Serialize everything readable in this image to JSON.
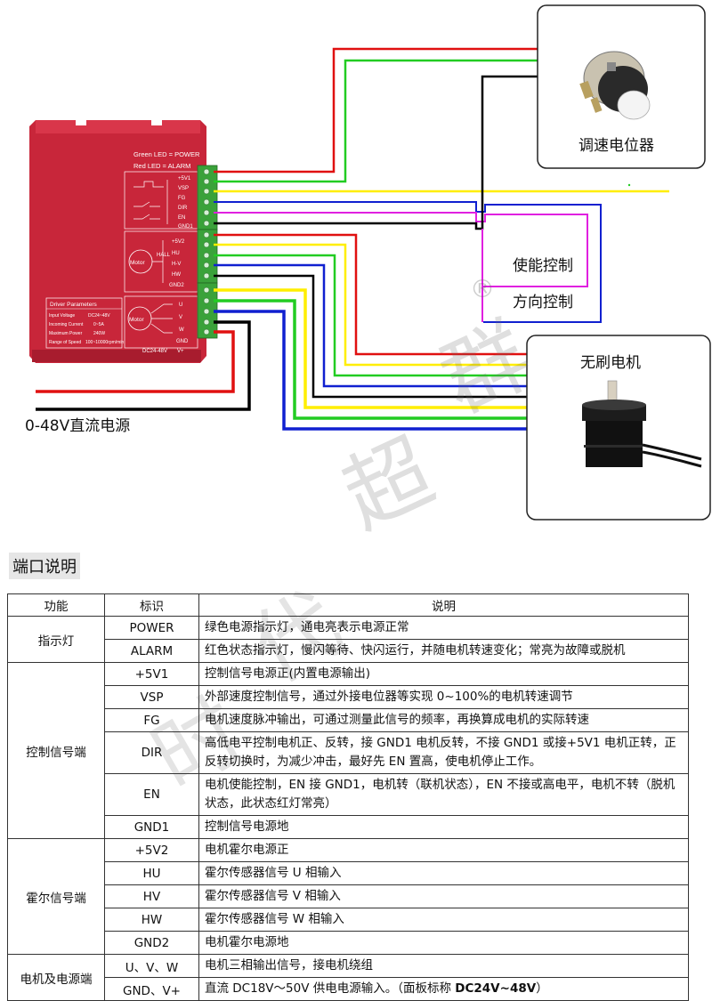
{
  "driver": {
    "led_power": "Green LED = POWER",
    "led_alarm": "Red LED = ALARM",
    "pins_control": [
      "+5V1",
      "VSP",
      "FG",
      "DIR",
      "EN",
      "GND1"
    ],
    "pins_hall": [
      "+5V2",
      "HU",
      "H-V",
      "HW",
      "GND2"
    ],
    "pins_motor": [
      "U",
      "V",
      "W",
      "GND",
      "V+"
    ],
    "hall_label": "HALL",
    "motor_label": "Motor",
    "params_title": "Driver Parameters",
    "params": [
      [
        "Input Voltage",
        "DC24~48V"
      ],
      [
        "Incoming Current",
        "0~5A"
      ],
      [
        "Maximum Power",
        "240W"
      ],
      [
        "Range of Speed",
        "100~10000rpm/min"
      ]
    ],
    "voltage_mark": "DC24-48V"
  },
  "labels": {
    "potentiometer": "调速电位器",
    "enable_control": "使能控制",
    "direction_control": "方向控制",
    "motor": "无刷电机",
    "power_supply": "0-48V直流电源"
  },
  "watermark": {
    "characters": [
      "时",
      "代",
      "超",
      "群"
    ],
    "registered": "®"
  },
  "colors": {
    "red": "#e01010",
    "green": "#22cc22",
    "black": "#000000",
    "yellow": "#ffee00",
    "blue": "#1020d0",
    "magenta": "#e020e0",
    "driver_red": "#c8263a"
  },
  "table": {
    "title": "端口说明",
    "headers": [
      "功能",
      "标识",
      "说明"
    ],
    "groups": [
      {
        "name": "指示灯",
        "rows": [
          {
            "mark": "POWER",
            "desc": "绿色电源指示灯，通电亮表示电源正常"
          },
          {
            "mark": "ALARM",
            "desc": "红色状态指示灯，慢闪等待、快闪运行，并随电机转速变化；常亮为故障或脱机"
          }
        ]
      },
      {
        "name": "控制信号端",
        "rows": [
          {
            "mark": "+5V1",
            "desc": "控制信号电源正(内置电源输出)"
          },
          {
            "mark": "VSP",
            "desc": "外部速度控制信号，通过外接电位器等实现 0~100%的电机转速调节"
          },
          {
            "mark": "FG",
            "desc": "电机速度脉冲输出，可通过测量此信号的频率，再换算成电机的实际转速"
          },
          {
            "mark": "DIR",
            "desc": "高低电平控制电机正、反转，接 GND1 电机反转，不接 GND1 或接+5V1 电机正转，正反转切换时，为减少冲击，最好先 EN 置高，使电机停止工作。"
          },
          {
            "mark": "EN",
            "desc": "电机使能控制，EN 接 GND1，电机转（联机状态），EN 不接或高电平，电机不转（脱机状态，此状态红灯常亮）"
          },
          {
            "mark": "GND1",
            "desc": "控制信号电源地"
          }
        ]
      },
      {
        "name": "霍尔信号端",
        "rows": [
          {
            "mark": "+5V2",
            "desc": "电机霍尔电源正"
          },
          {
            "mark": "HU",
            "desc": "霍尔传感器信号 U 相输入"
          },
          {
            "mark": "HV",
            "desc": "霍尔传感器信号 V 相输入"
          },
          {
            "mark": "HW",
            "desc": "霍尔传感器信号 W 相输入"
          },
          {
            "mark": "GND2",
            "desc": "电机霍尔电源地"
          }
        ]
      },
      {
        "name": "电机及电源端",
        "rows": [
          {
            "mark": "U、V、W",
            "desc": "电机三相输出信号，接电机绕组"
          },
          {
            "mark": "GND、V+",
            "desc_pre": "直流 DC18V～50V 供电电源输入。（面板标称 ",
            "desc_bold": "DC24V~48V",
            "desc_post": "）"
          }
        ]
      }
    ]
  }
}
